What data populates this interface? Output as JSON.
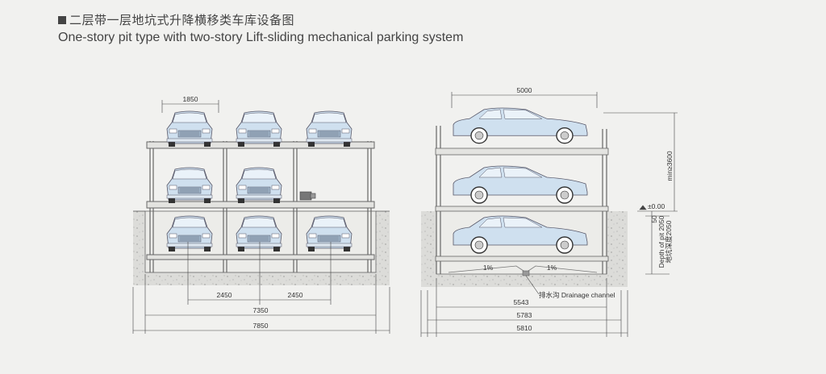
{
  "title": {
    "cn": "二层带一层地坑式升降横移类车库设备图",
    "en": "One-story pit type with two-story Lift-sliding mechanical parking system"
  },
  "front_view": {
    "width_1850": "1850",
    "spacing_a": "2450",
    "spacing_b": "2450",
    "width_7350": "7350",
    "width_7850": "7850"
  },
  "side_view": {
    "length_5000": "5000",
    "slope_left": "1%",
    "slope_right": "1%",
    "drainage_label": "排水沟 Drainage channel",
    "len_5543": "5543",
    "len_5783": "5783",
    "len_5810": "5810",
    "min_height": "min≥3600",
    "level_000": "±0.00",
    "pit_50": "50",
    "pit_depth_en": "Depth of pit 2050",
    "pit_depth_cn": "地坑深度2050"
  },
  "colors": {
    "car_fill": "#cfe0ef",
    "line": "#555555",
    "ground": "#d9d9d6"
  }
}
